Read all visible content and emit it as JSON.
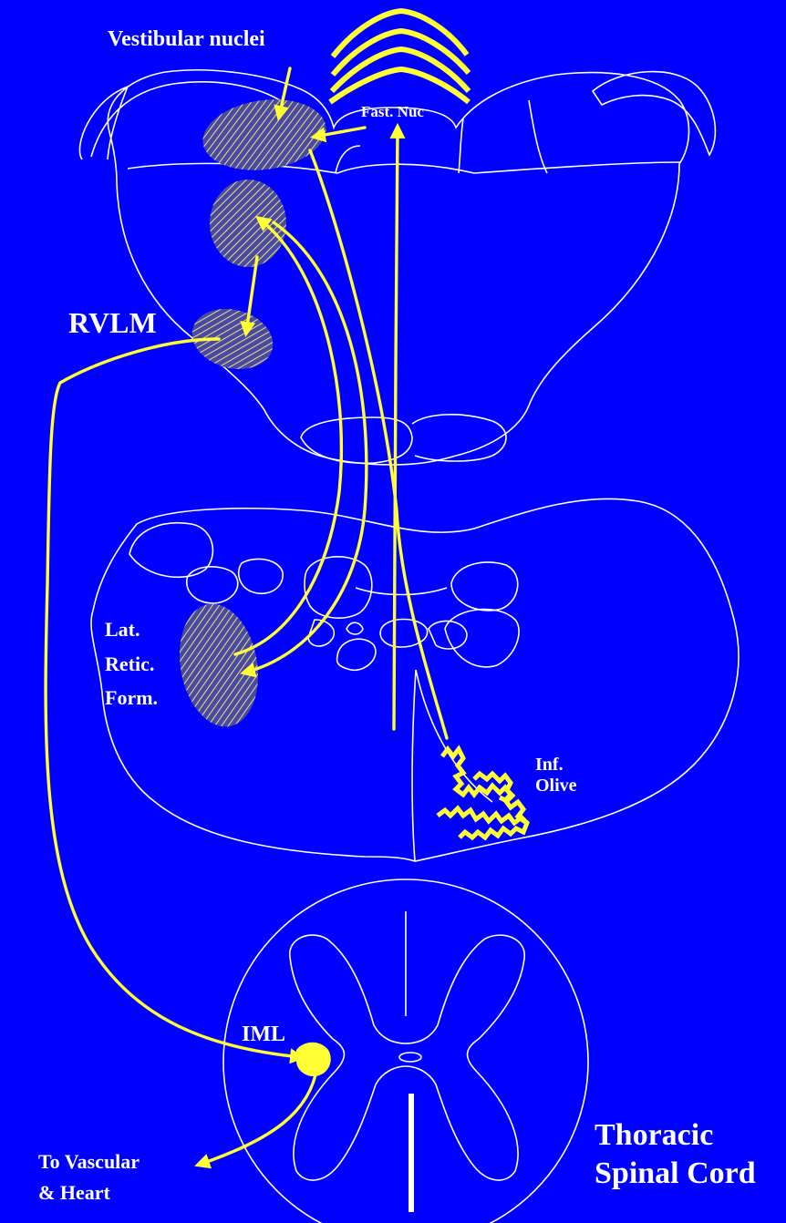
{
  "labels": {
    "vestibular_nuclei": "Vestibular nuclei",
    "fast_nuc": "Fast. Nuc",
    "rvlm": "RVLM",
    "lat_retic_form_1": "Lat.",
    "lat_retic_form_2": "Retic.",
    "lat_retic_form_3": "Form.",
    "inf_olive_1": "Inf.",
    "inf_olive_2": "Olive",
    "iml": "IML",
    "to_vascular_1": "To Vascular",
    "to_vascular_2": "& Heart",
    "thoracic_1": "Thoracic",
    "thoracic_2": "Spinal Cord"
  },
  "colors": {
    "background": "#0000ff",
    "outline": "#ffffff",
    "pathway": "#ffff33",
    "hatch": "#e8e088"
  }
}
